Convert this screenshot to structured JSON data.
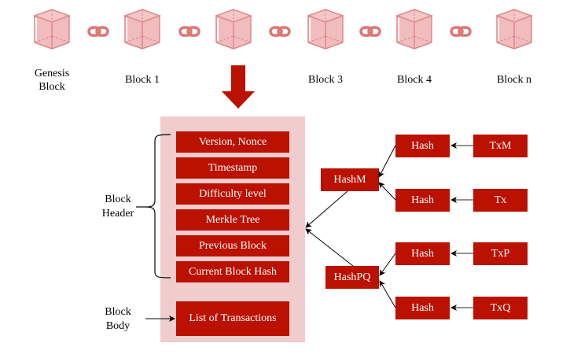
{
  "colors": {
    "block_red": "#bb1100",
    "panel_pink": "#f0cccd",
    "cube_pink": "#f0bcbe",
    "cube_edge": "#e08888",
    "link_color": "#e07575",
    "arrow_red": "#bb1100"
  },
  "chain": {
    "blocks": [
      {
        "label_line1": "Genesis",
        "label_line2": "Block",
        "icon": "cube-icon"
      },
      {
        "label_line1": "Block 1",
        "label_line2": "",
        "icon": "cube-icon"
      },
      {
        "label_line1": "",
        "label_line2": "",
        "icon": "cube-icon"
      },
      {
        "label_line1": "Block 3",
        "label_line2": "",
        "icon": "cube-icon"
      },
      {
        "label_line1": "Block 4",
        "label_line2": "",
        "icon": "cube-icon"
      },
      {
        "label_line1": "Block n",
        "label_line2": "",
        "icon": "cube-icon"
      }
    ],
    "link_icon": "chain-link-icon",
    "expand_arrow_icon": "down-arrow-icon"
  },
  "block_structure": {
    "header_label_line1": "Block",
    "header_label_line2": "Header",
    "body_label_line1": "Block",
    "body_label_line2": "Body",
    "header_fields": [
      "Version, Nonce",
      "Timestamp",
      "Difficulty level",
      "Merkle Tree",
      "Previous Block",
      "Current Block Hash"
    ],
    "body_fields": [
      "List of Transactions"
    ]
  },
  "merkle_tree": {
    "intermediate": {
      "hash_m": "HashM",
      "hash_pq": "HashPQ"
    },
    "leaves": [
      {
        "hash": "Hash",
        "tx": "TxM"
      },
      {
        "hash": "Hash",
        "tx": "Tx"
      },
      {
        "hash": "Hash",
        "tx": "TxP"
      },
      {
        "hash": "Hash",
        "tx": "TxQ"
      }
    ]
  }
}
